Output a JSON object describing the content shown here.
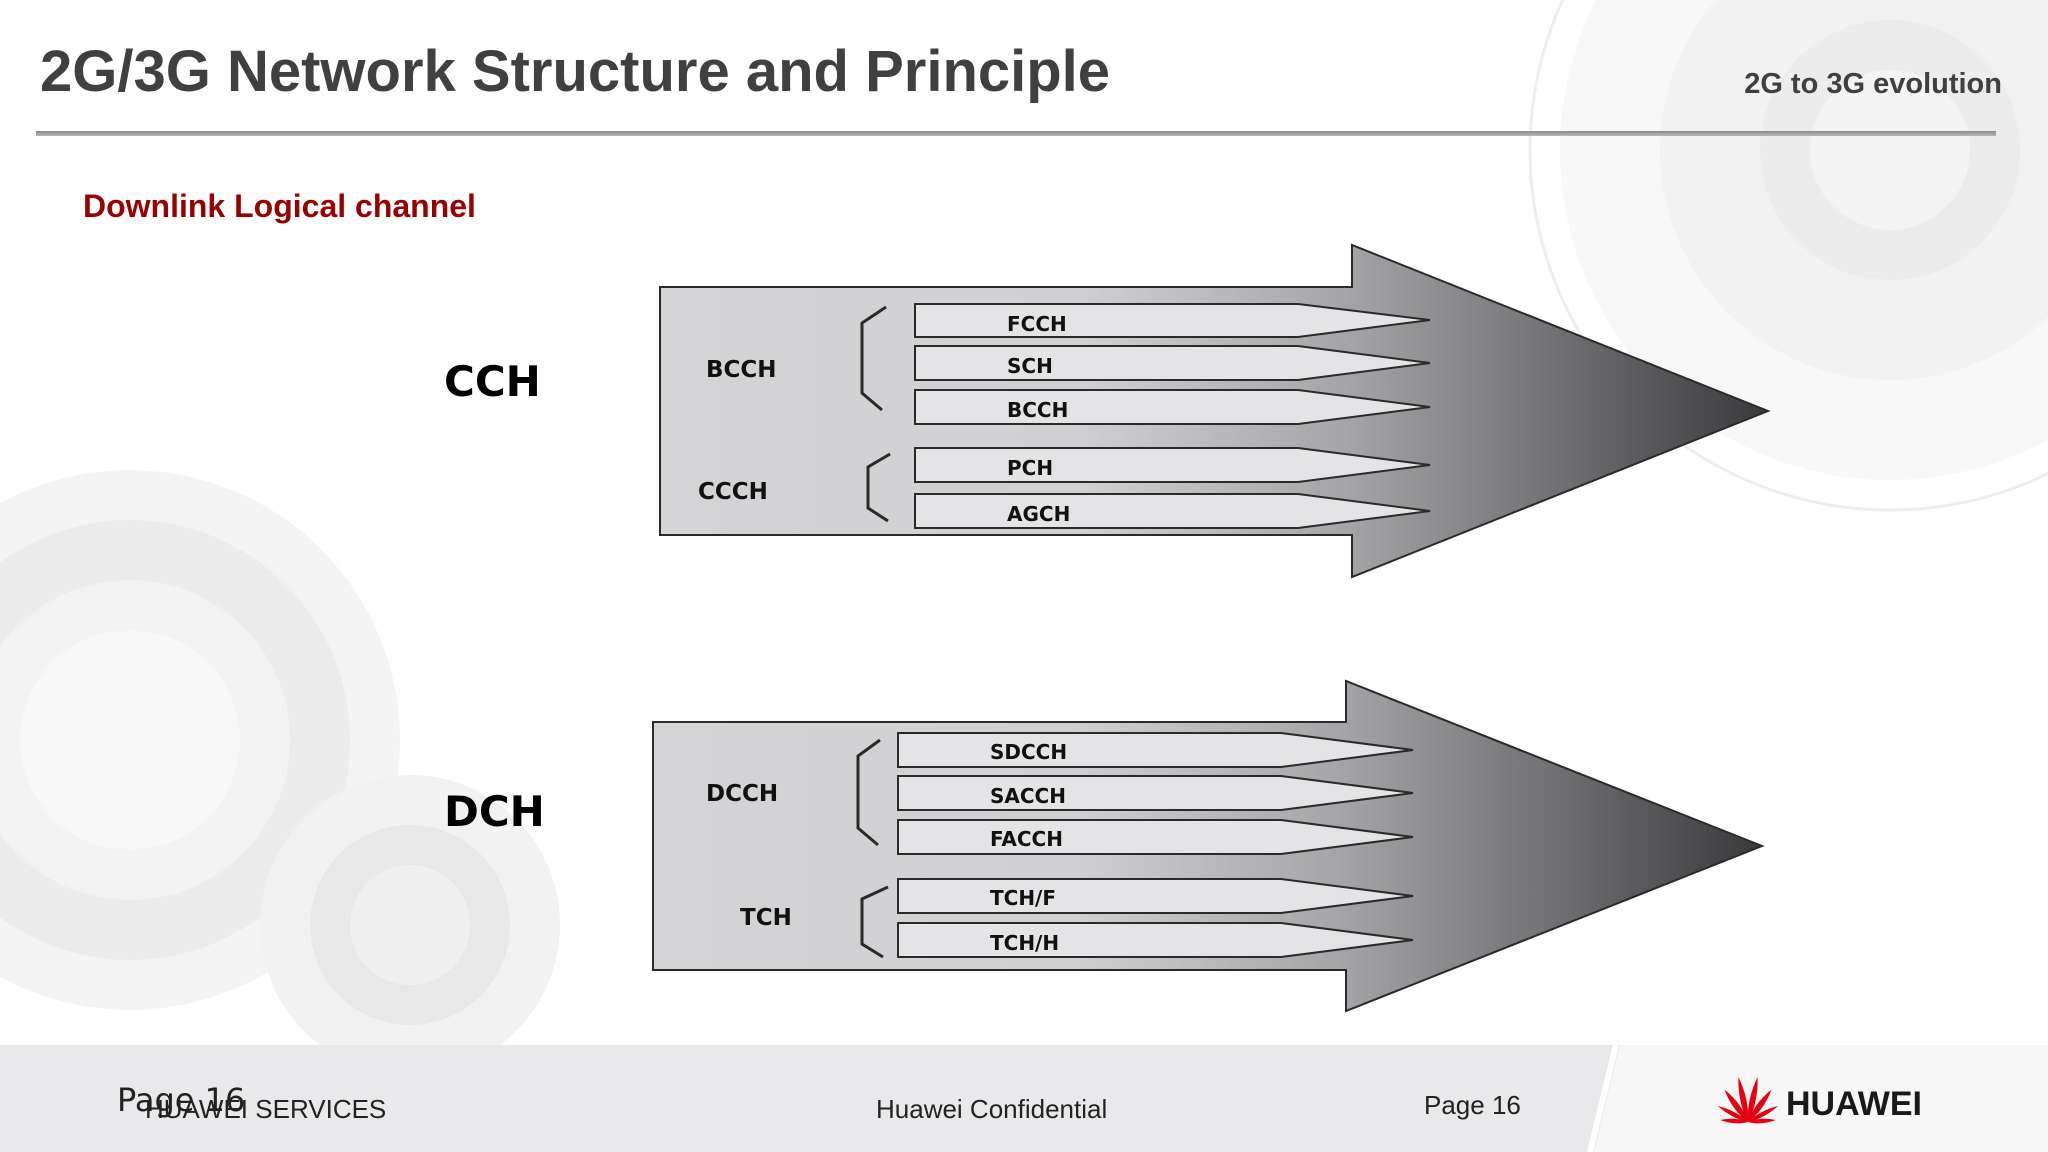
{
  "header": {
    "title": "2G/3G Network Structure and Principle",
    "section_tag": "2G to 3G evolution",
    "subtitle": "Downlink Logical channel"
  },
  "groups": [
    {
      "name": "CCH",
      "subgroups": [
        {
          "name": "BCCH",
          "channels": [
            "FCCH",
            "SCH",
            "BCCH"
          ]
        },
        {
          "name": "CCCH",
          "channels": [
            "PCH",
            "AGCH"
          ]
        }
      ]
    },
    {
      "name": "DCH",
      "subgroups": [
        {
          "name": "DCCH",
          "channels": [
            "SDCCH",
            "SACCH",
            "FACCH"
          ]
        },
        {
          "name": "TCH",
          "channels": [
            "TCH/F",
            "TCH/H"
          ]
        }
      ]
    }
  ],
  "footer": {
    "page_overlay": "Page 16",
    "copyright": "HUAWEI SERVICES",
    "confidential": "Huawei Confidential",
    "page": "Page 16",
    "brand": "HUAWEI"
  },
  "colors": {
    "title": "#404040",
    "subtitle": "#990000",
    "brand_red": "#e60012"
  }
}
